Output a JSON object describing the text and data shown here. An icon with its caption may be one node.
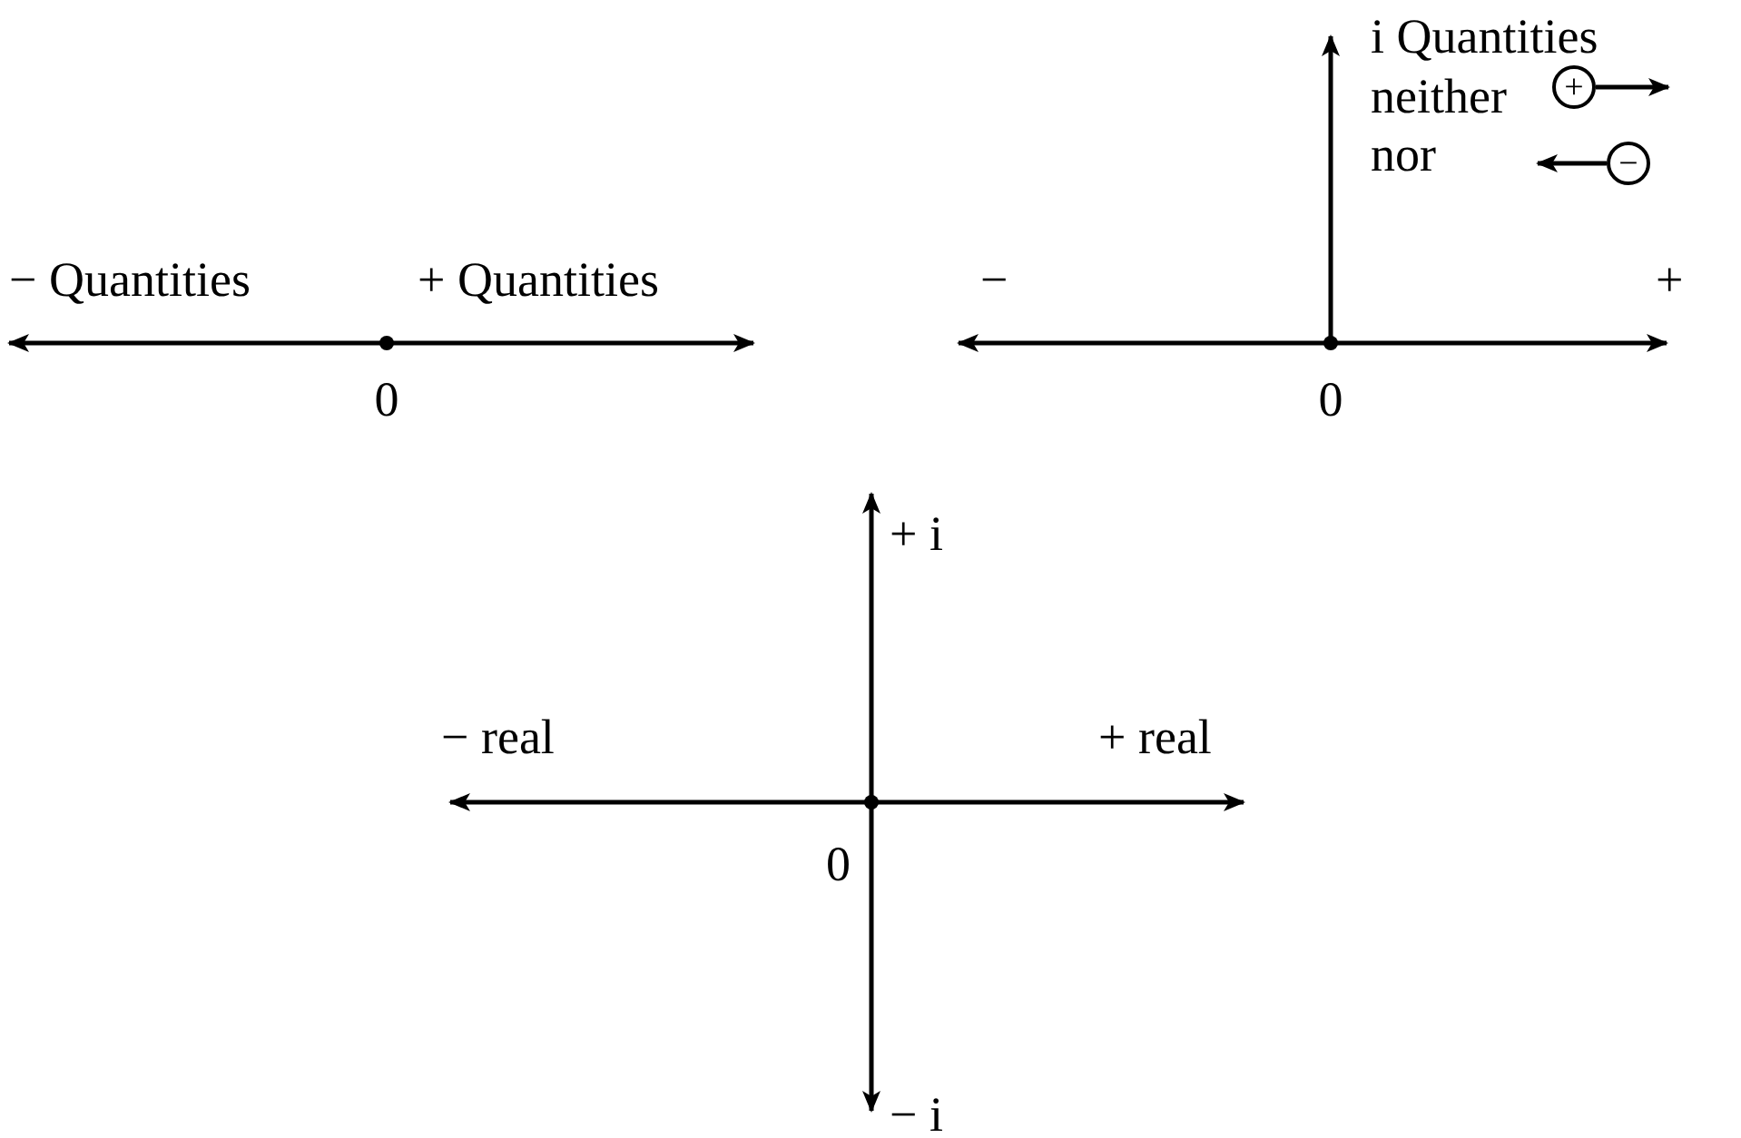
{
  "diagram": {
    "nodes": [
      {
        "text": [
          "+"
        ]
      },
      {
        "text": [
          "−"
        ]
      }
    ],
    "edges": [
      {
        "from": 0,
        "to": null,
        "arrow": "to"
      },
      {
        "from": 1,
        "to": null,
        "arrow": "to"
      }
    ],
    "labels": [
      "− Quantities",
      "+ Quantities",
      "0",
      "i Quantities",
      "neither",
      "nor",
      "−",
      "+",
      "0",
      "+ i",
      "− real",
      "+ real",
      "0",
      "− i"
    ]
  }
}
